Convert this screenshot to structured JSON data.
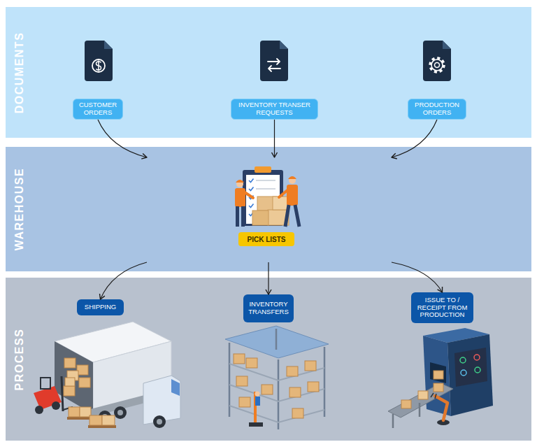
{
  "diagram": {
    "nodes": [
      {
        "text": [
          "DOCUMENTS"
        ]
      },
      {
        "text": [
          "CUSTOMER ORDERS"
        ],
        "in": 0
      },
      {
        "text": [
          "INVENTORY TRANSER REQUESTS"
        ],
        "in": 0
      },
      {
        "text": [
          "PRODUCTION ORDERS"
        ],
        "in": 0
      },
      {
        "text": [
          "WAREHOUSE"
        ]
      },
      {
        "text": [
          "PICK LISTS"
        ],
        "in": 4
      },
      {
        "text": [
          "PROCESS"
        ]
      },
      {
        "text": [
          "SHIPPING"
        ],
        "in": 6
      },
      {
        "text": [
          "INVENTORY TRANSFERS"
        ],
        "in": 6
      },
      {
        "text": [
          "ISSUE TO / RECEIPT FROM PRODUCTION"
        ],
        "in": 6
      }
    ],
    "edges": [
      {
        "from": 1,
        "to": 5,
        "arrow": "to"
      },
      {
        "from": 2,
        "to": 5,
        "arrow": "to"
      },
      {
        "from": 3,
        "to": 5,
        "arrow": "to"
      },
      {
        "from": 5,
        "to": 7,
        "arrow": "to"
      },
      {
        "from": 5,
        "to": 8,
        "arrow": "to"
      },
      {
        "from": 5,
        "to": 9,
        "arrow": "to"
      }
    ]
  }
}
